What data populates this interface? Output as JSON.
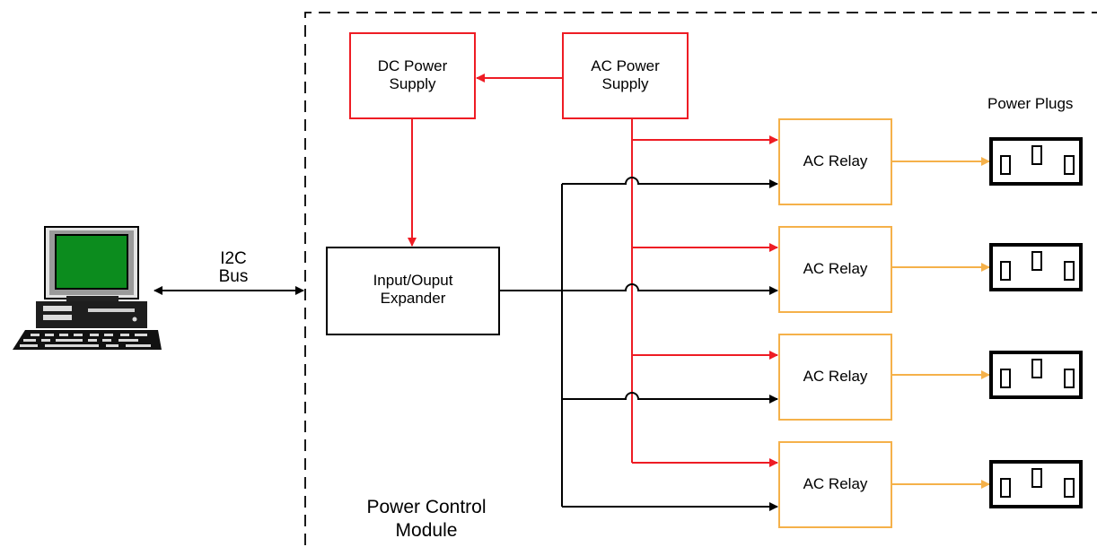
{
  "blocks": {
    "dc_power_supply": "DC Power\nSupply",
    "ac_power_supply": "AC Power\nSupply",
    "io_expander": "Input/Ouput\nExpander",
    "relays": [
      "AC Relay",
      "AC Relay",
      "AC Relay",
      "AC Relay"
    ]
  },
  "labels": {
    "bus": "I2C\nBus",
    "module": "Power Control\nModule",
    "plugs": "Power Plugs"
  },
  "colors": {
    "power": "#ee1c24",
    "signal": "#000000",
    "relay": "#f5b14a",
    "boundary": "#000000"
  },
  "icons": {
    "computer": "desktop-computer-icon",
    "plug": "power-plug-icon"
  }
}
